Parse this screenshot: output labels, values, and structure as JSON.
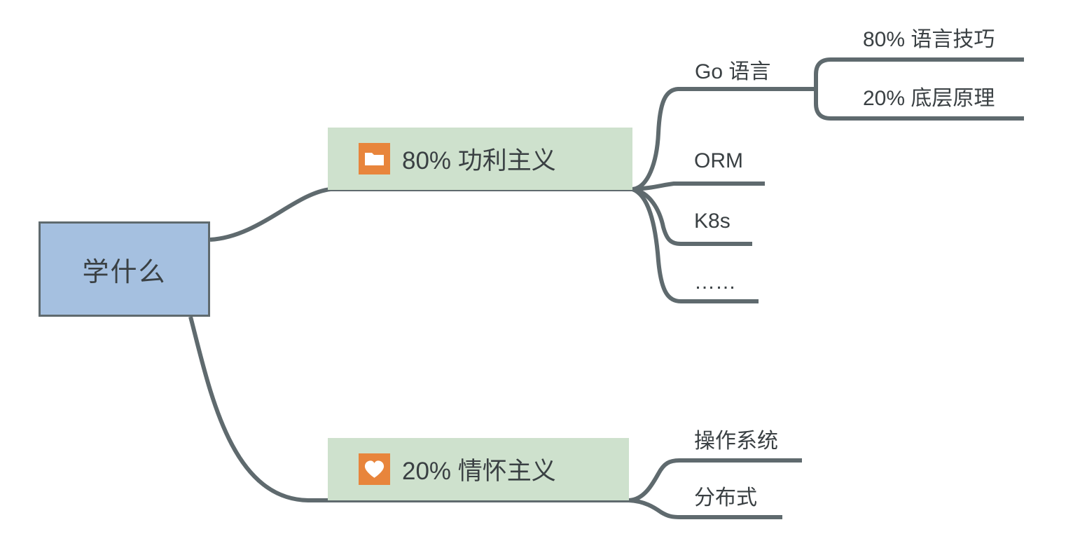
{
  "diagram": {
    "type": "mind-map",
    "title_node": "学什么",
    "colors": {
      "root_fill": "#a5c0e0",
      "root_border": "#5f6a6e",
      "branch_fill": "#cee1cd",
      "icon_fill": "#e8853c",
      "stroke": "#5f6a6e",
      "text": "#3a4043",
      "background": "#ffffff"
    },
    "root": {
      "label": "学什么"
    },
    "branches": [
      {
        "icon": "folder-icon",
        "label": "80% 功利主义",
        "children": [
          {
            "label": "Go 语言",
            "children": [
              {
                "label": "80% 语言技巧"
              },
              {
                "label": "20% 底层原理"
              }
            ]
          },
          {
            "label": "ORM",
            "children": []
          },
          {
            "label": "K8s",
            "children": []
          },
          {
            "label": "……",
            "children": []
          }
        ]
      },
      {
        "icon": "heart-icon",
        "label": "20% 情怀主义",
        "children": [
          {
            "label": "操作系统",
            "children": []
          },
          {
            "label": "分布式",
            "children": []
          }
        ]
      }
    ]
  }
}
